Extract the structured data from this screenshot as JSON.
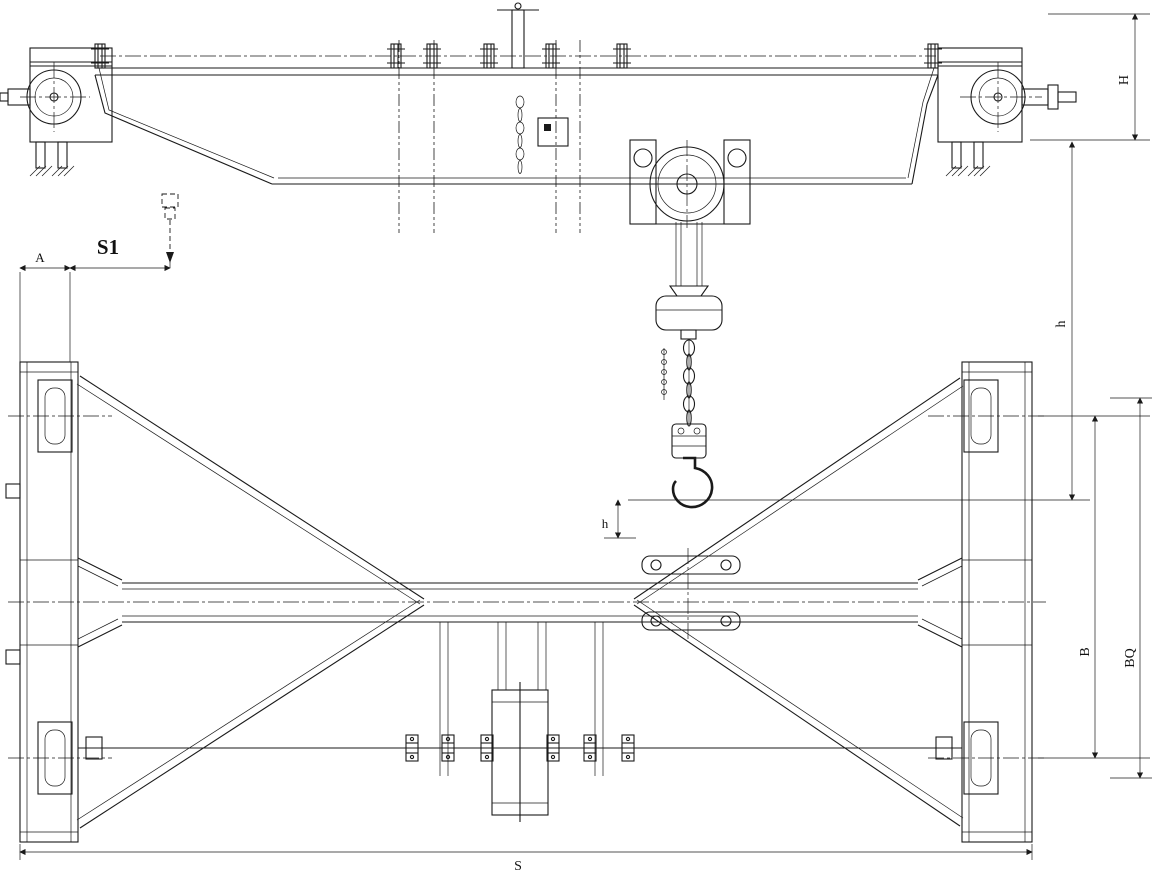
{
  "drawing": {
    "type": "engineering-drawing",
    "subject": "single girder overhead crane with chain hoist, elevation and plan views",
    "colors": {
      "line": "#1a1a1a",
      "background": "#ffffff"
    },
    "labels": {
      "s1": "S1",
      "a": "A",
      "h_overall": "H",
      "h_lift": "h",
      "h_hook": "h",
      "b": "B",
      "bq": "BQ",
      "s": "S"
    }
  }
}
